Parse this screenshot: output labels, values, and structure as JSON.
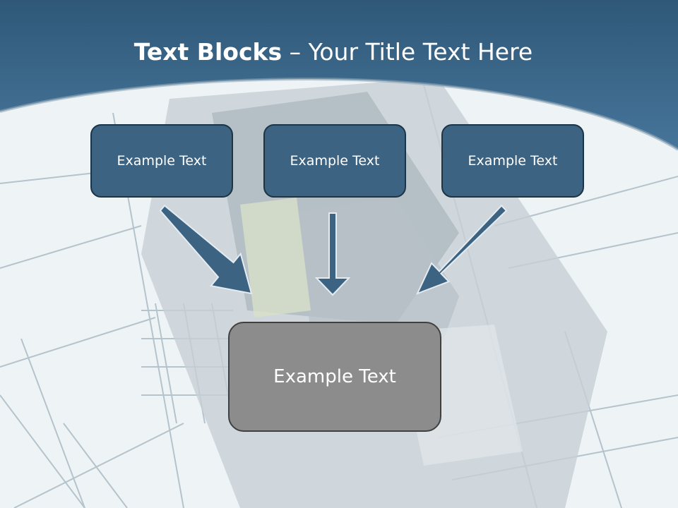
{
  "title": {
    "bold": "Text Blocks",
    "dash": " – ",
    "rest": "Your Title Text Here"
  },
  "boxes": {
    "top": [
      "Example Text",
      "Example Text",
      "Example Text"
    ],
    "bottom": "Example Text"
  },
  "colors": {
    "header": "#3f6b8d",
    "box_fill": "#3c6382",
    "box_border": "#1d3346",
    "bottom_fill": "#8c8c8c",
    "arrow_fill": "#3c6382"
  }
}
